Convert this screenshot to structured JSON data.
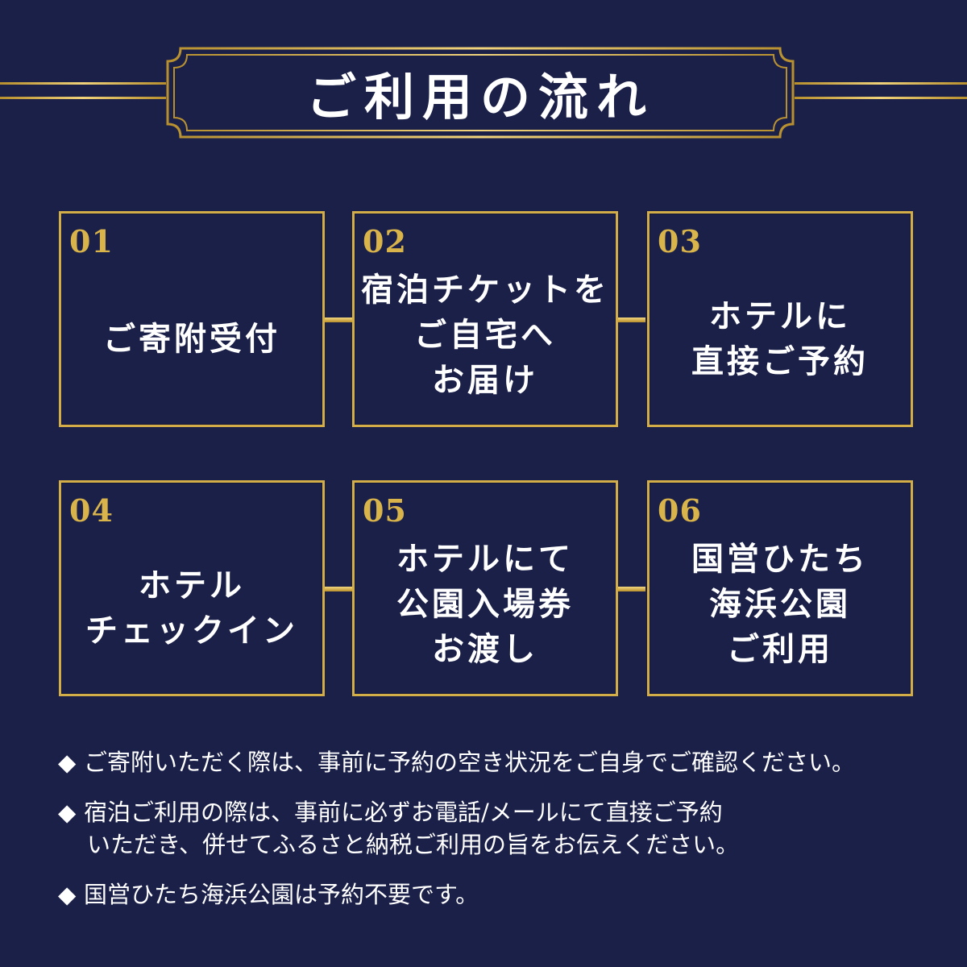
{
  "header": {
    "title": "ご利用の流れ"
  },
  "steps": [
    {
      "number": "01",
      "lines": [
        "ご寄附受付"
      ]
    },
    {
      "number": "02",
      "lines": [
        "宿泊チケットを",
        "ご自宅へ",
        "お届け"
      ]
    },
    {
      "number": "03",
      "lines": [
        "ホテルに",
        "直接ご予約"
      ]
    },
    {
      "number": "04",
      "lines": [
        "ホテル",
        "チェックイン"
      ]
    },
    {
      "number": "05",
      "lines": [
        "ホテルにて",
        "公園入場券",
        "お渡し"
      ]
    },
    {
      "number": "06",
      "lines": [
        "国営ひたち",
        "海浜公園",
        "ご利用"
      ]
    }
  ],
  "notes": [
    {
      "bullet": "◆",
      "lines": [
        "ご寄附いただく際は、事前に予約の空き状況をご自身でご確認ください。"
      ]
    },
    {
      "bullet": "◆",
      "lines": [
        "宿泊ご利用の際は、事前に必ずお電話/メールにて直接ご予約",
        "いただき、併せてふるさと納税ご利用の旨をお伝えください。"
      ]
    },
    {
      "bullet": "◆",
      "lines": [
        "国営ひたち海浜公園は予約不要です。"
      ]
    }
  ],
  "colors": {
    "background": "#1b2049",
    "gold": "#d3ad48",
    "text": "#ffffff"
  }
}
